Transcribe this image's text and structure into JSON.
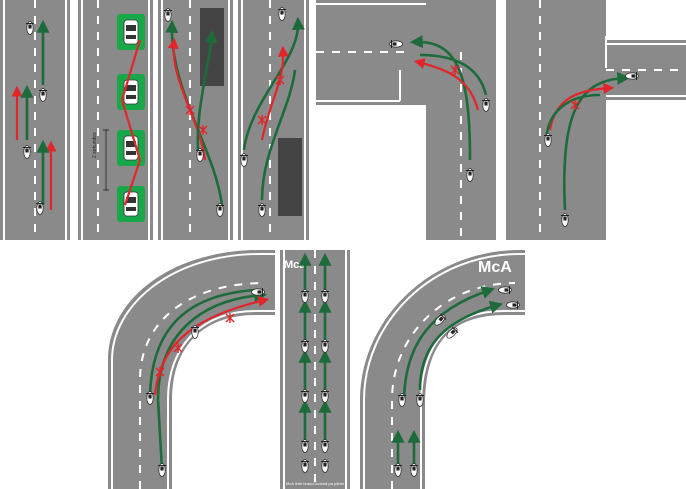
{
  "figure": {
    "labels": {
      "mca_small": "Mca",
      "mca_large": "McA",
      "distance": "2 sekundes",
      "caption": "McA iždė braucī kolonā pa pārim"
    },
    "colors": {
      "road": "#8a8a8a",
      "green_arrow": "#1d6b3a",
      "red_arrow": "#e0262b",
      "grass": "#17a84a",
      "truck": "#444444"
    },
    "panels": [
      {
        "name": "panel-staggered-lane"
      },
      {
        "name": "panel-parked-cars"
      },
      {
        "name": "panel-truck-left-overtake"
      },
      {
        "name": "panel-truck-right-overtake"
      },
      {
        "name": "panel-left-turn-junction"
      },
      {
        "name": "panel-right-turn-junction"
      },
      {
        "name": "panel-left-curve"
      },
      {
        "name": "panel-group-columns"
      },
      {
        "name": "panel-left-curve-pairs"
      }
    ]
  }
}
